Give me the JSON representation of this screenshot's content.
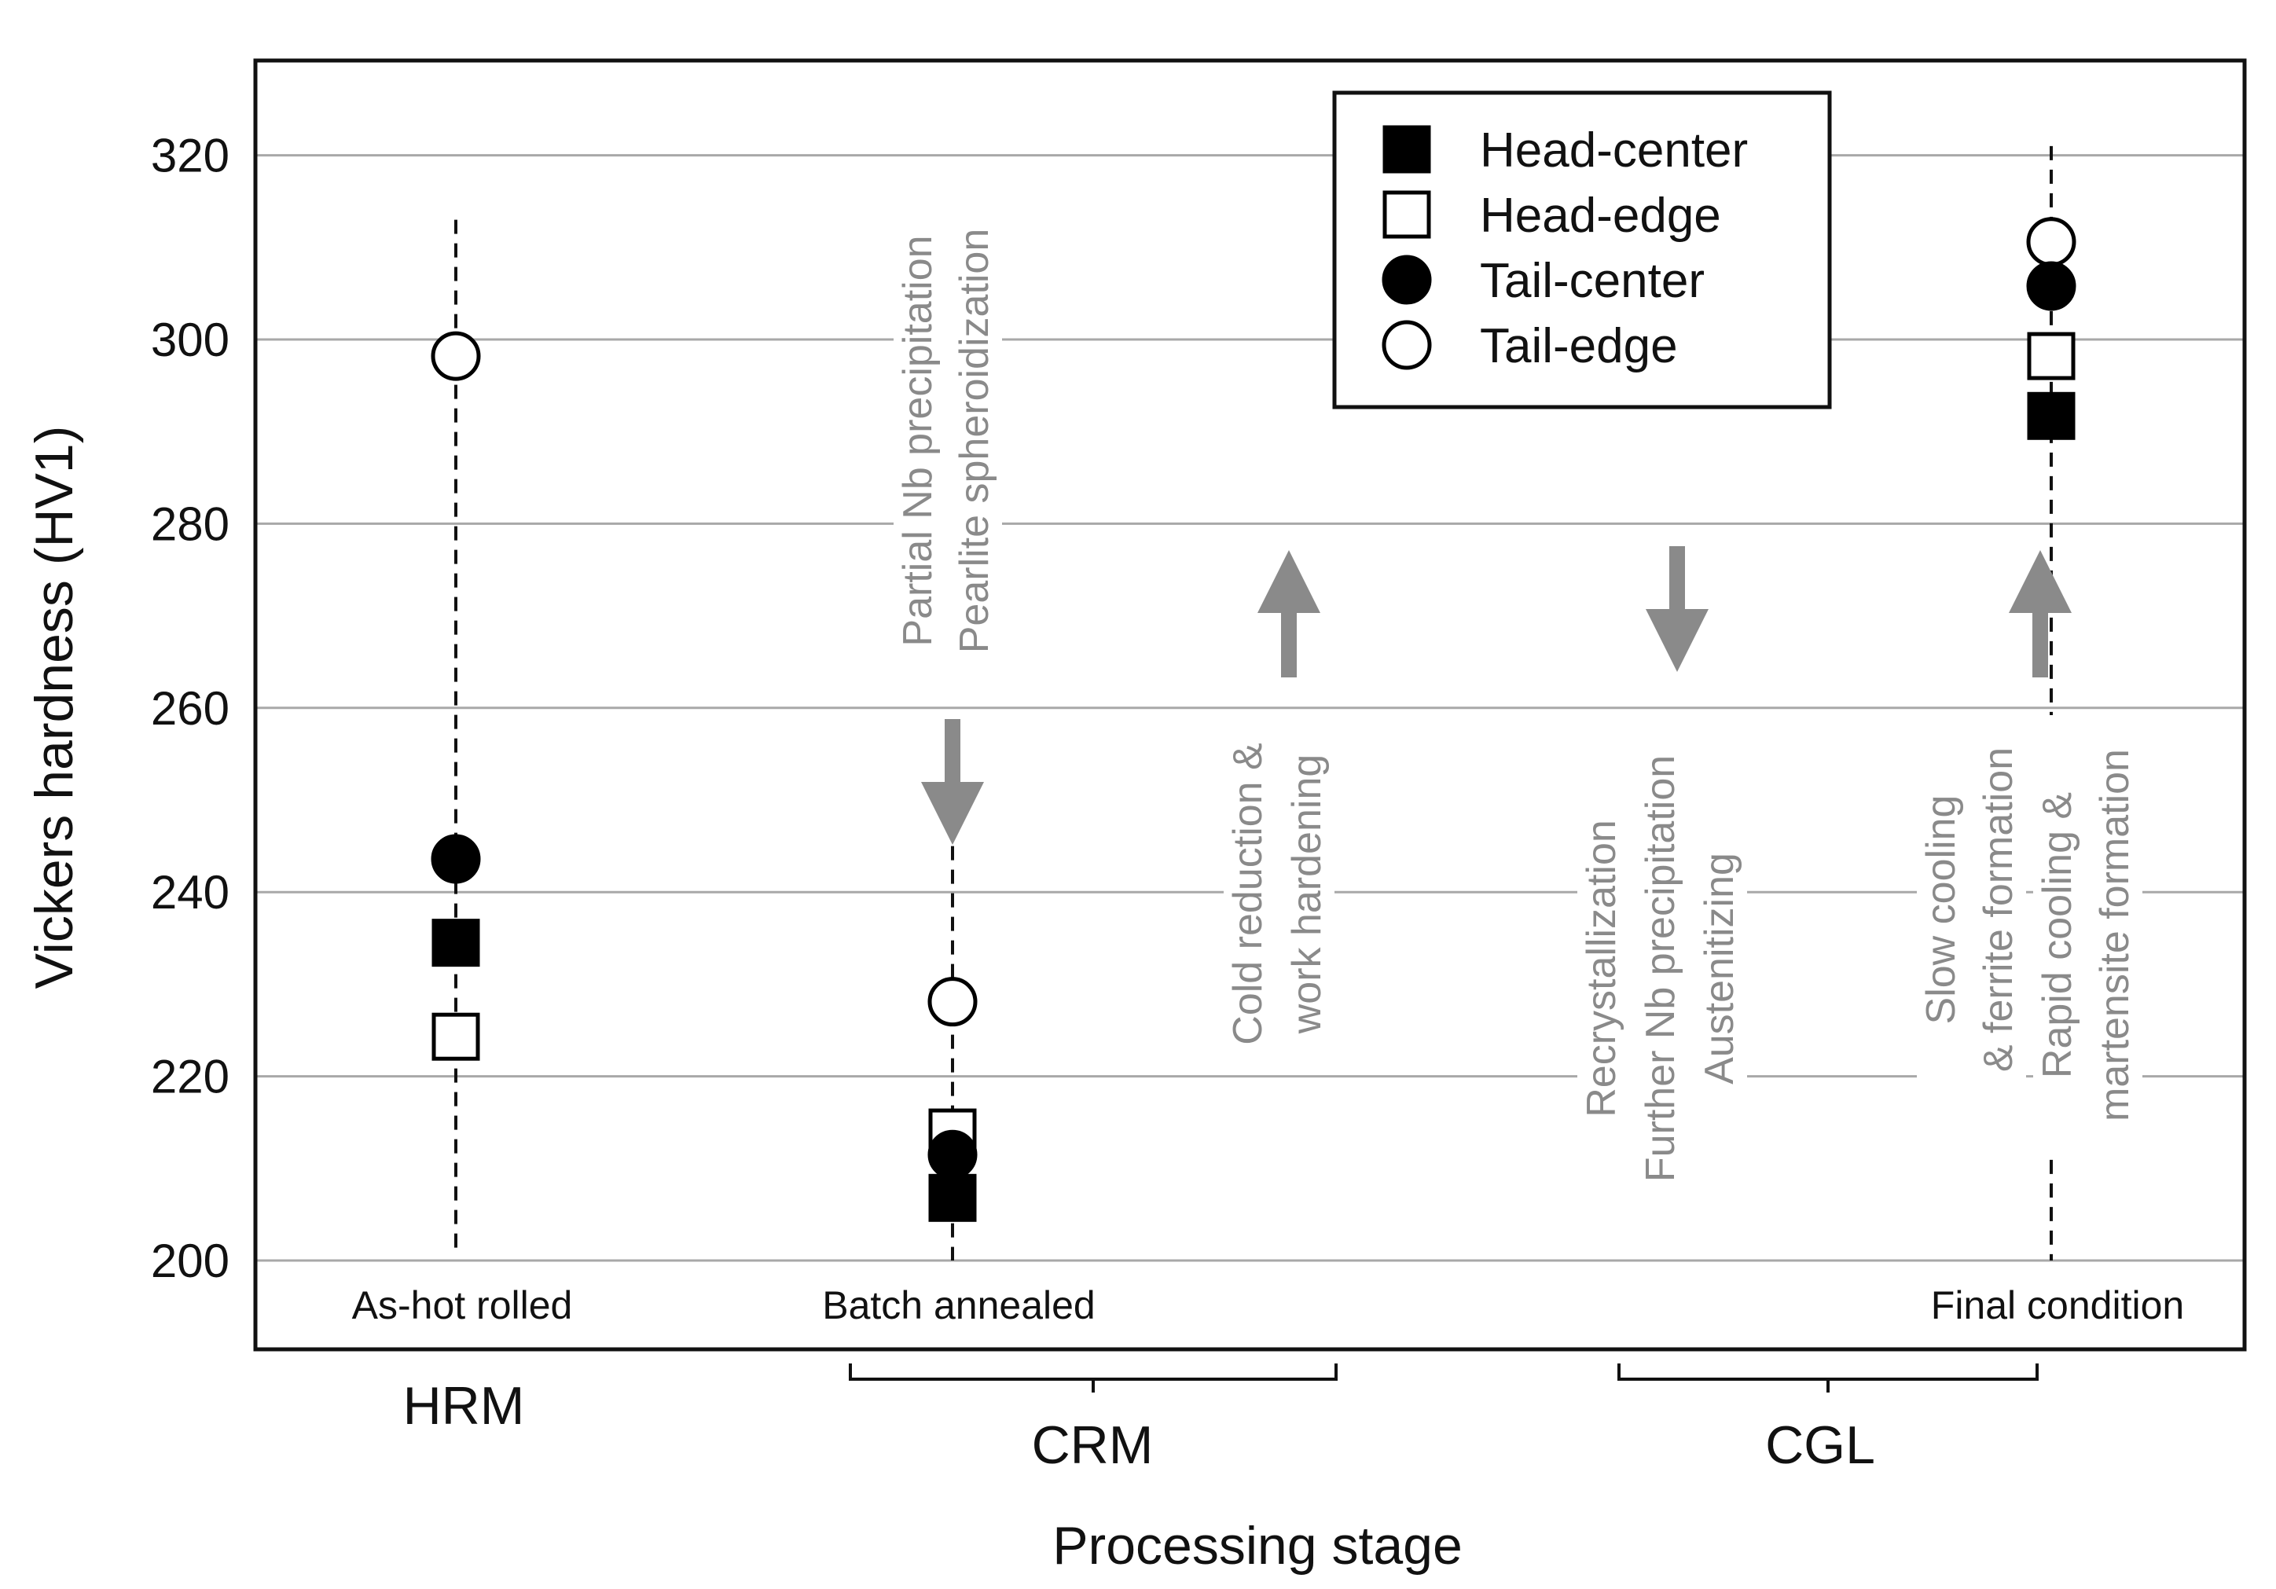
{
  "chart_data": {
    "type": "scatter",
    "xlabel": "Processing stage",
    "ylabel": "Vickers hardness (HV1)",
    "ylim": [
      190,
      330
    ],
    "yticks": [
      200,
      220,
      240,
      260,
      280,
      300,
      320
    ],
    "grid": "horizontal",
    "legend_position": "top-right",
    "categories": [
      "As-hot rolled",
      "Batch annealed",
      "Final condition"
    ],
    "process_groups": [
      "HRM",
      "CRM",
      "CGL"
    ],
    "series": [
      {
        "name": "Head-center",
        "marker": "filled-square",
        "values": [
          234.5,
          206.8,
          291.7
        ]
      },
      {
        "name": "Head-edge",
        "marker": "open-square",
        "values": [
          224.3,
          213.9,
          298.2
        ]
      },
      {
        "name": "Tail-center",
        "marker": "filled-circle",
        "values": [
          243.6,
          211.5,
          305.8
        ]
      },
      {
        "name": "Tail-edge",
        "marker": "open-circle",
        "values": [
          298.2,
          228.1,
          310.6
        ]
      }
    ],
    "annotations": [
      {
        "lines": [
          "Partial Nb precipitation",
          "Pearlite spheroidization"
        ],
        "arrow": "down"
      },
      {
        "lines": [
          "Cold reduction &",
          "work hardening"
        ],
        "arrow": "up"
      },
      {
        "lines": [
          "Recrystallization",
          "Further Nb precipitation",
          "Austenitizing"
        ],
        "arrow": "down"
      },
      {
        "lines": [
          "Slow cooling",
          "& ferrite formation"
        ],
        "arrow": "none"
      },
      {
        "lines": [
          "Rapid cooling &",
          "martensite formation"
        ],
        "arrow": "up"
      }
    ],
    "colors": {
      "markers": "#000000",
      "annotation": "#8a8a8a",
      "grid": "#a8a8a8"
    }
  }
}
